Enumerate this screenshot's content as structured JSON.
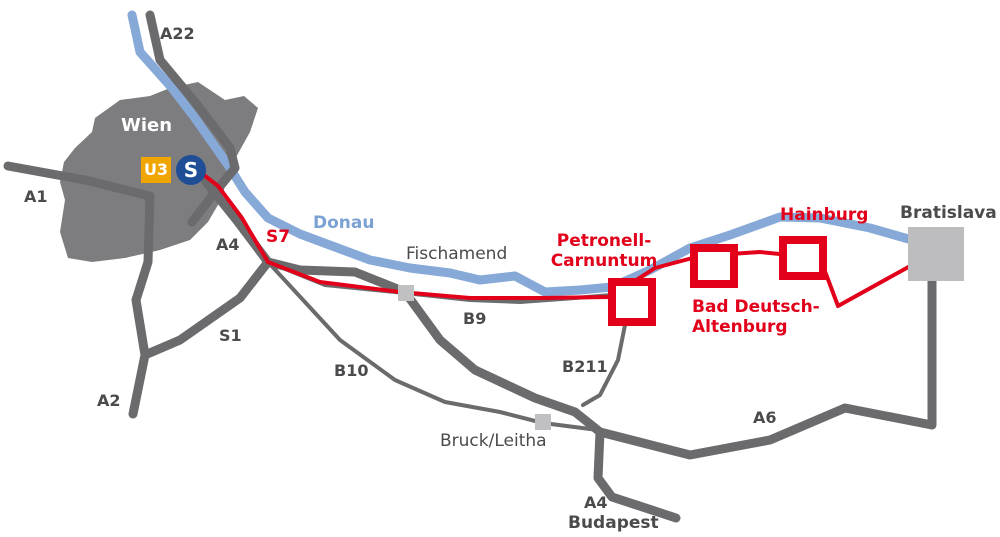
{
  "colors": {
    "city_fill": "#7d7d80",
    "road": "#6b6b6e",
    "minor_road": "#6b6b6e",
    "river": "#86a9d8",
    "s7_line": "#e2001a",
    "station_square": "#e2001a",
    "junction": "#c0c0c2",
    "bratislava_fill": "#bdbdbf",
    "u3_badge": "#f0a500",
    "s_bahn_badge": "#1f4e96"
  },
  "labels": {
    "a22": "A22",
    "a1": "A1",
    "wien": "Wien",
    "u3": "U3",
    "a4_west": "A4",
    "s7": "S7",
    "donau": "Donau",
    "fischamend": "Fischamend",
    "petronell_line1": "Petronell-",
    "petronell_line2": "Carnuntum",
    "hainburg": "Hainburg",
    "bratislava": "Bratislava",
    "bad_deutsch_line1": "Bad Deutsch-",
    "bad_deutsch_line2": "Altenburg",
    "b9": "B9",
    "s1": "S1",
    "b211": "B211",
    "b10": "B10",
    "a2": "A2",
    "bruck": "Bruck/Leitha",
    "a6": "A6",
    "a4_south": "A4",
    "budapest": "Budapest"
  },
  "icons": {
    "s_bahn": "s-bahn-icon"
  }
}
